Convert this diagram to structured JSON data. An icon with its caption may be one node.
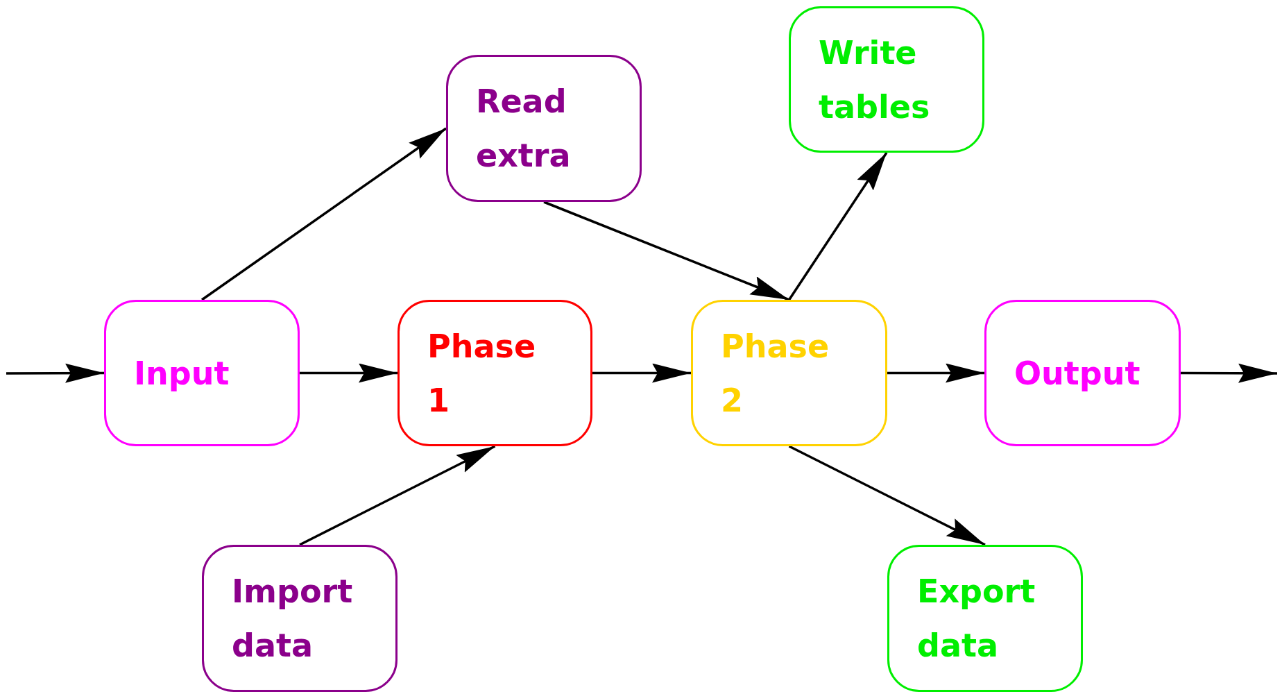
{
  "diagram": {
    "nodes": [
      {
        "text": [
          "Input"
        ]
      },
      {
        "text": [
          "Phase 1"
        ]
      },
      {
        "text": [
          "Phase 2"
        ]
      },
      {
        "text": [
          "Output"
        ]
      },
      {
        "text": [
          "Read extra"
        ]
      },
      {
        "text": [
          "Write tables"
        ]
      },
      {
        "text": [
          "Import data"
        ]
      },
      {
        "text": [
          "Export data"
        ]
      }
    ],
    "edges": [
      {
        "from": null,
        "to": 0,
        "arrow": "to"
      },
      {
        "from": 0,
        "to": 1,
        "arrow": "to"
      },
      {
        "from": 1,
        "to": 2,
        "arrow": "to"
      },
      {
        "from": 2,
        "to": 3,
        "arrow": "to"
      },
      {
        "from": 3,
        "to": null,
        "arrow": "to"
      },
      {
        "from": 0,
        "to": 4,
        "arrow": "to"
      },
      {
        "from": 4,
        "to": 2,
        "arrow": "to"
      },
      {
        "from": 2,
        "to": 5,
        "arrow": "to"
      },
      {
        "from": 6,
        "to": 1,
        "arrow": "to"
      },
      {
        "from": 2,
        "to": 7,
        "arrow": "to"
      }
    ]
  }
}
